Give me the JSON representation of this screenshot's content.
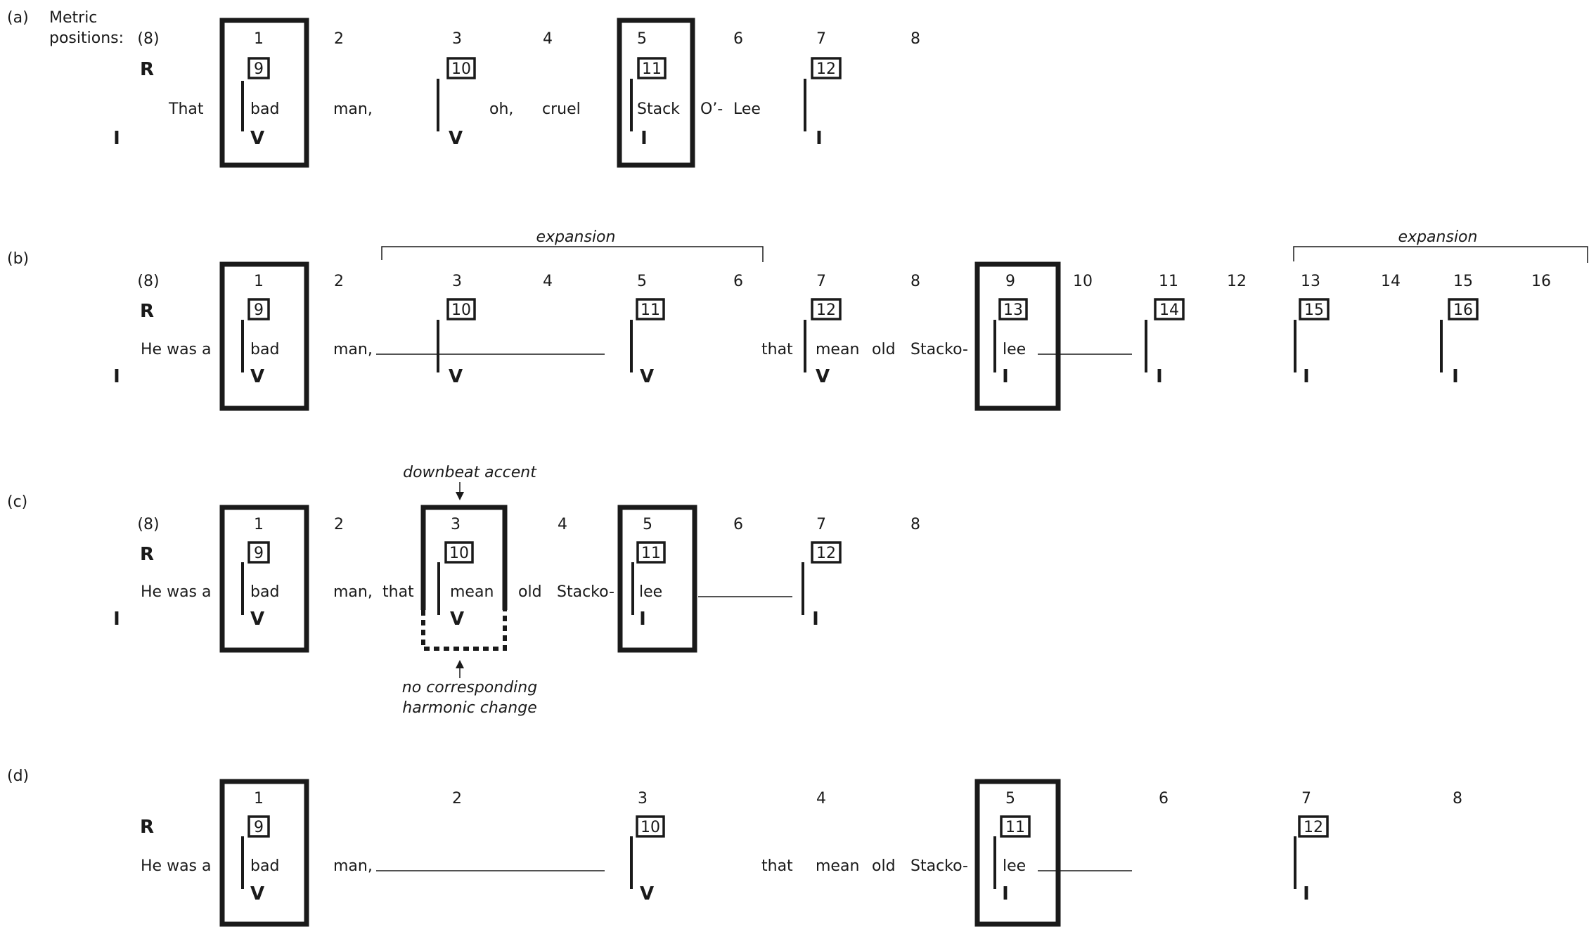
{
  "panels": [
    {
      "label": "(a)",
      "header_label": "Metric positions:",
      "pickup": "(8)",
      "positions": [
        "1",
        "2",
        "3",
        "4",
        "5",
        "6",
        "7",
        "8"
      ],
      "r_label": "R",
      "pre_label": "I",
      "measures": [
        "9",
        "10",
        "11",
        "12"
      ],
      "pre_lyric": "That",
      "lyrics": [
        "bad",
        "man,",
        "oh,",
        "cruel",
        "Stack",
        "O’-",
        "Lee"
      ],
      "chords": [
        "V",
        "V",
        "I",
        "I"
      ]
    },
    {
      "label": "(b)",
      "pickup": "(8)",
      "positions": [
        "1",
        "2",
        "3",
        "4",
        "5",
        "6",
        "7",
        "8",
        "9",
        "10",
        "11",
        "12",
        "13",
        "14",
        "15",
        "16"
      ],
      "r_label": "R",
      "pre_label": "I",
      "measures": [
        "9",
        "10",
        "11",
        "12",
        "13",
        "14",
        "15",
        "16"
      ],
      "pre_lyric": "He was a",
      "lyrics": [
        "bad",
        "man,",
        "that",
        "mean",
        "old",
        "Stacko-",
        "lee"
      ],
      "chords": [
        "V",
        "V",
        "V",
        "V",
        "I",
        "I",
        "I",
        "I"
      ],
      "annotations": [
        "expansion",
        "expansion"
      ]
    },
    {
      "label": "(c)",
      "pickup": "(8)",
      "positions": [
        "1",
        "2",
        "3",
        "4",
        "5",
        "6",
        "7",
        "8"
      ],
      "r_label": "R",
      "pre_label": "I",
      "measures": [
        "9",
        "10",
        "11",
        "12"
      ],
      "pre_lyric": "He was a",
      "lyrics": [
        "bad",
        "man,",
        "that",
        "mean",
        "old",
        "Stacko-",
        "lee"
      ],
      "chords": [
        "V",
        "V",
        "I",
        "I"
      ],
      "annotations": [
        "downbeat accent",
        "no corresponding",
        "harmonic change"
      ]
    },
    {
      "label": "(d)",
      "positions": [
        "1",
        "2",
        "3",
        "4",
        "5",
        "6",
        "7",
        "8"
      ],
      "r_label": "R",
      "measures": [
        "9",
        "10",
        "11",
        "12"
      ],
      "pre_lyric": "He was a",
      "lyrics": [
        "bad",
        "man,",
        "that",
        "mean",
        "old",
        "Stacko-",
        "lee"
      ],
      "chords": [
        "V",
        "V",
        "I",
        "I"
      ]
    }
  ]
}
